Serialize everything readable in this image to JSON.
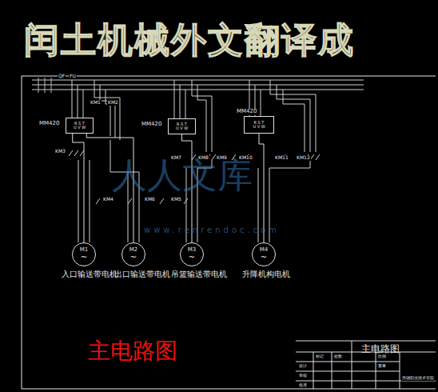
{
  "diagram": {
    "title": "主电路图",
    "nodes": [
      {
        "text": [
          "MM420",
          "R S T",
          "U V W"
        ]
      },
      {
        "text": [
          "MM420",
          "R S T",
          "U V W"
        ]
      },
      {
        "text": [
          "MM420",
          "R S T",
          "U V W"
        ]
      },
      {
        "text": [
          "M1",
          "~"
        ]
      },
      {
        "text": [
          "M2",
          "~"
        ]
      },
      {
        "text": [
          "M3",
          "~"
        ]
      },
      {
        "text": [
          "M4",
          "~"
        ]
      }
    ],
    "edges": [
      {
        "from": 0,
        "to": 3,
        "arrow": "none"
      },
      {
        "from": 0,
        "to": 4,
        "arrow": "none"
      },
      {
        "from": 1,
        "to": 5,
        "arrow": "none"
      },
      {
        "from": 2,
        "to": 6,
        "arrow": "none"
      }
    ],
    "labels": [
      "闰土机械外文翻译成",
      "QF",
      "FU",
      "KM1",
      "KM2",
      "KM3",
      "KM7",
      "KM8",
      "KM9",
      "KM10",
      "KM11",
      "KM12",
      "KM4",
      "KM6",
      "KM5",
      "入口输送带电机",
      "出口输送带电机",
      "吊篮输送带电机",
      "升降机构电机",
      "人人文库",
      "www.renrendoc.com",
      "主电路图",
      "无锡职业技术学院",
      "设计",
      "审核",
      "批准",
      "标记",
      "处数",
      "比例",
      "重量"
    ]
  }
}
